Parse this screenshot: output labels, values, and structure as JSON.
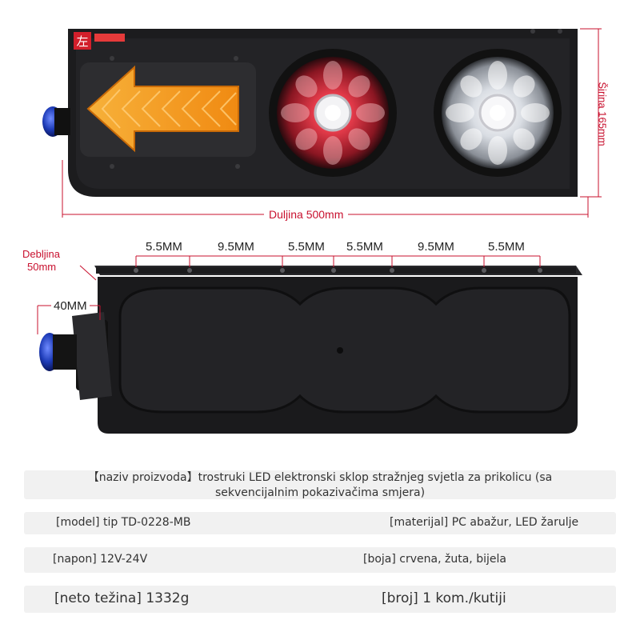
{
  "top_image": {
    "badge_char": "左",
    "width_label": "Širina 165mm",
    "length_label": "Duljina 500mm"
  },
  "bottom_image": {
    "thickness_label_1": "Debljina",
    "thickness_label_2": "50mm",
    "spacing_labels": [
      "5.5MM",
      "9.5MM",
      "5.5MM",
      "5.5MM",
      "9.5MM",
      "5.5MM"
    ],
    "depth_label": "40MM"
  },
  "specs": {
    "product_name": "【naziv proizvoda】trostruki LED elektronski sklop stražnjeg svjetla za prikolicu (sa sekvencijalnim pokazivačima smjera)",
    "model": "[model] tip TD-0228-MB",
    "material": "[materijal] PC abažur, LED žarulje",
    "voltage": "[napon] 12V-24V",
    "color": "[boja] crvena, žuta, bijela",
    "net_weight": "[neto težina] 1332g",
    "quantity": "[broj] 1 kom./kutiji"
  },
  "colors": {
    "dimension_red": "#c8102e",
    "amber": "#f39a1c",
    "housing": "#1c1c1e"
  }
}
